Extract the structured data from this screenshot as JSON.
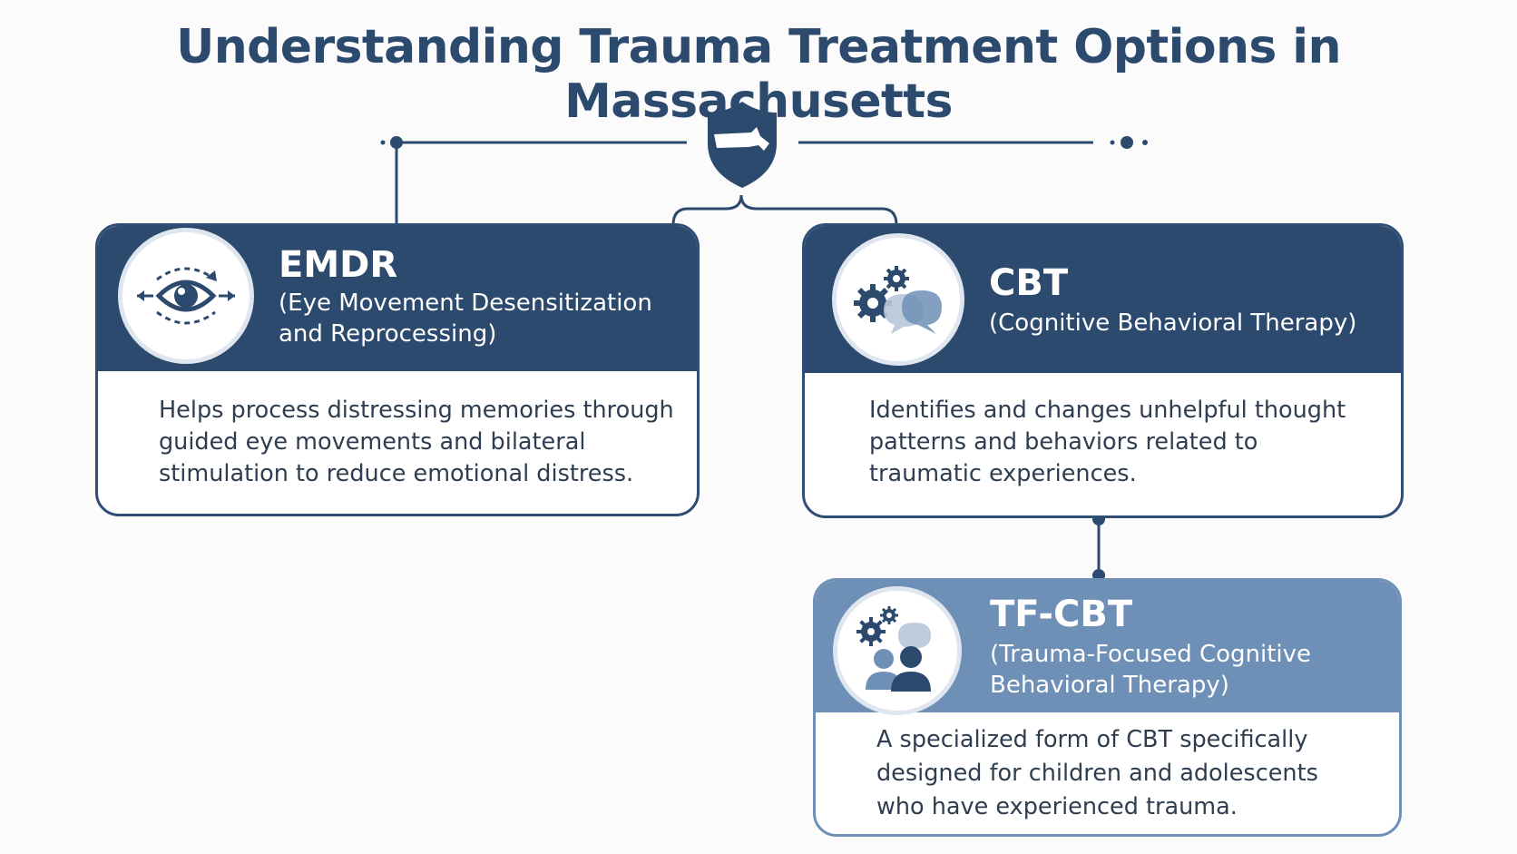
{
  "title": "Understanding Trauma Treatment Options in Massachusetts",
  "emblem_icon": "massachusetts-shield-icon",
  "colors": {
    "primary": "#2c4a6e",
    "secondary": "#6e8fb6",
    "text": "#2e3d50",
    "background": "#fbfbfc"
  },
  "cards": [
    {
      "id": "emdr",
      "icon": "eye-movement-icon",
      "title": "EMDR",
      "subtitle_lines": [
        "(Eye Movement Desensitization",
        "and Reprocessing)"
      ],
      "description_lines": [
        "Helps process distressing memories through",
        "guided eye movements and bilateral",
        "stimulation to reduce emotional distress."
      ]
    },
    {
      "id": "cbt",
      "icon": "gears-chat-icon",
      "title": "CBT",
      "subtitle_lines": [
        "(Cognitive Behavioral Therapy)"
      ],
      "description_lines": [
        "Identifies and changes unhelpful thought",
        "patterns and behaviors related to",
        "traumatic experiences."
      ]
    },
    {
      "id": "tfcbt",
      "icon": "gears-people-icon",
      "title": "TF-CBT",
      "subtitle_lines": [
        "(Trauma-Focused Cognitive",
        "Behavioral Therapy)"
      ],
      "description_lines": [
        "A specialized form of CBT specifically",
        "designed for children and adolescents",
        "who have experienced trauma."
      ]
    }
  ]
}
